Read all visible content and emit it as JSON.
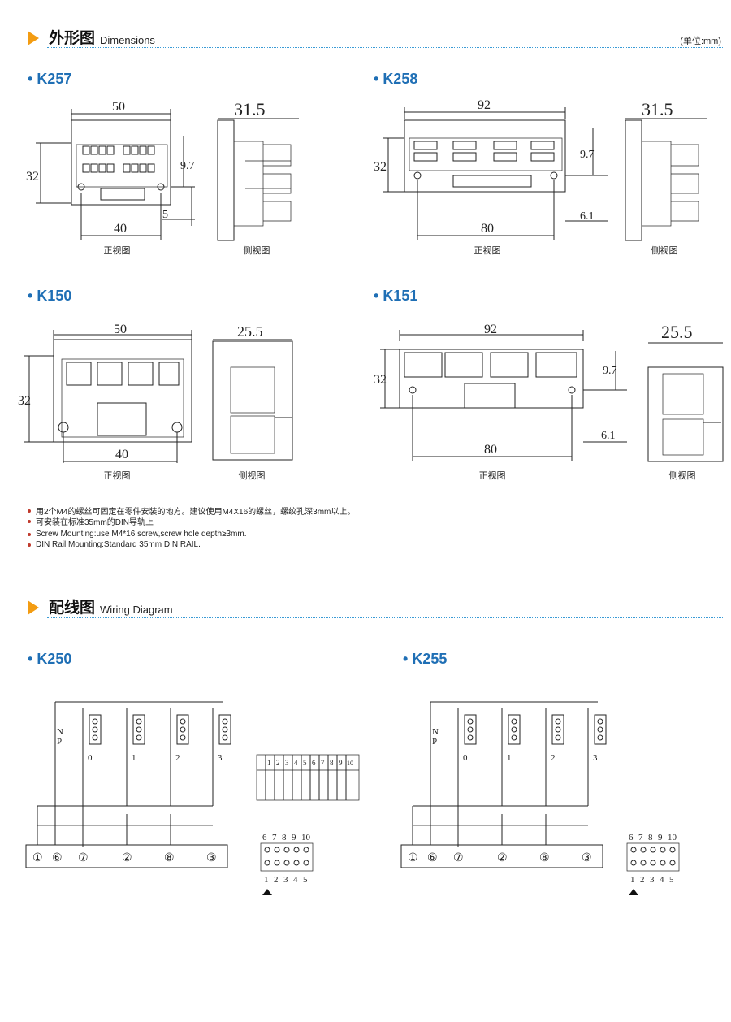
{
  "dimensions": {
    "title_cn": "外形图",
    "title_en": "Dimensions",
    "unit": "(单位:mm)",
    "front_caption": "正视图",
    "side_caption": "侧视图",
    "models": [
      {
        "name": "K257",
        "width_top": "50",
        "height": "32",
        "hole_spacing": "40",
        "offset_v": "9.7",
        "offset_b": "5",
        "side_depth": "31.5"
      },
      {
        "name": "K258",
        "width_top": "92",
        "height": "32",
        "hole_spacing": "80",
        "offset_v": "9.7",
        "offset_b": "6.1",
        "side_depth": "31.5"
      },
      {
        "name": "K150",
        "width_top": "50",
        "height": "32",
        "hole_spacing": "40",
        "side_depth": "25.5"
      },
      {
        "name": "K151",
        "width_top": "92",
        "height": "32",
        "hole_spacing": "80",
        "offset_v": "9.7",
        "offset_b": "6.1",
        "side_depth": "25.5"
      }
    ],
    "notes": [
      "用2个M4的螺丝可固定在零件安装的地方。建议使用M4X16的螺丝，螺纹孔深3mm以上。",
      "可安装在标准35mm的DIN导轨上",
      "Screw Mounting:use M4*16 screw,screw hole depth≥3mm.",
      "DIN Rail Mounting:Standard 35mm DIN RAIL."
    ]
  },
  "wiring": {
    "title_cn": "配线图",
    "title_en": "Wiring Diagram",
    "models": [
      {
        "name": "K250"
      },
      {
        "name": "K255"
      }
    ],
    "np_labels": [
      "N",
      "P"
    ],
    "channel_labels": [
      "0",
      "1",
      "2",
      "3"
    ],
    "terminal_labels": [
      "①",
      "⑥",
      "⑦",
      "②",
      "⑧",
      "③"
    ],
    "connector_top": [
      "6",
      "7",
      "8",
      "9",
      "10"
    ],
    "connector_bottom": [
      "1",
      "2",
      "3",
      "4",
      "5"
    ],
    "table_header": [
      "1",
      "2",
      "3",
      "4",
      "5",
      "6",
      "7",
      "8",
      "9",
      "10"
    ]
  }
}
